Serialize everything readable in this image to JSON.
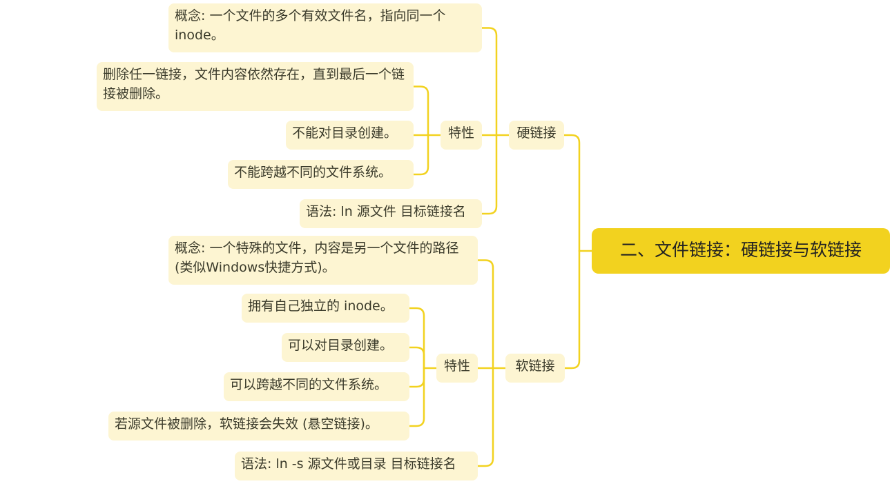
{
  "mindmap": {
    "root": "二、文件链接：硬链接与软链接",
    "hard_link": {
      "label": "硬链接",
      "concept": "概念: 一个文件的多个有效文件名，指向同一个 inode。",
      "features_label": "特性",
      "features": [
        "删除任一链接，文件内容依然存在，直到最后一个链接被删除。",
        "不能对目录创建。",
        "不能跨越不同的文件系统。"
      ],
      "syntax": "语法: ln 源文件 目标链接名"
    },
    "soft_link": {
      "label": "软链接",
      "concept": "概念: 一个特殊的文件，内容是另一个文件的路径 (类似Windows快捷方式)。",
      "features_label": "特性",
      "features": [
        "拥有自己独立的 inode。",
        "可以对目录创建。",
        "可以跨越不同的文件系统。",
        "若源文件被删除，软链接会失效 (悬空链接)。"
      ],
      "syntax": "语法: ln -s 源文件或目录 目标链接名"
    }
  },
  "colors": {
    "connector": "#f2d21f",
    "node_fill": "#fdf5d2",
    "root_fill": "#f2d21f"
  }
}
